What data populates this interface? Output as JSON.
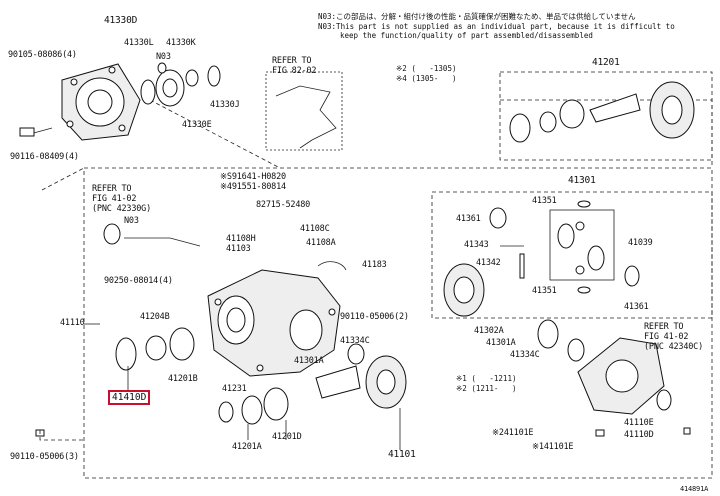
{
  "notes": {
    "n03_jp": "N03:この部品は、分解・組付け後の性能・品質確保が困難なため、単品では供給していません",
    "n03_en_1": "N03:This part is not supplied as an individual part, because it is difficult to",
    "n03_en_2": "keep the function/quality of part assembled/disassembled",
    "star2": "※2 (   -1305)",
    "star4": "※4 (1305-   )",
    "star1": "※1 (   -1211)",
    "star2b": "※2 (1211-   )"
  },
  "refs": {
    "fig8202": "REFER TO\nFIG 82-02",
    "fig4102_left": "REFER TO\nFIG 41-02\n(PNC 42330G)",
    "fig4102_right": "REFER TO\nFIG 41-02\n(PNC 42340C)"
  },
  "labels": {
    "p41330D": "41330D",
    "p90105": "90105-08086(4)",
    "p41330L": "41330L",
    "p41330K": "41330K",
    "pN03a": "N03",
    "p41330J": "41330J",
    "p41330E": "41330E",
    "p90116": "90116-08409(4)",
    "p41201": "41201",
    "p41110": "41110",
    "pN03b": "N03",
    "p91641": "※S91641-H0820",
    "p91551": "※491551-80814",
    "p82715": "82715-52480",
    "p41108C": "41108C",
    "p41108H": "41108H",
    "p41103": "41103",
    "p41108A": "41108A",
    "p41183": "41183",
    "p90250": "90250-08014(4)",
    "p41204B": "41204B",
    "p41201B": "41201B",
    "p41410D": "41410D",
    "p41231": "41231",
    "p41201A": "41201A",
    "p41201D": "41201D",
    "p90110a": "90110-05006(2)",
    "p41334C_a": "41334C",
    "p41301A_a": "41301A",
    "p90110b": "90110-05006(3)",
    "p41101": "41101",
    "p41301": "41301",
    "p41351_a": "41351",
    "p41361_a": "41361",
    "p41343": "41343",
    "p41342": "41342",
    "p41039": "41039",
    "p41351_b": "41351",
    "p41361_b": "41361",
    "p41302A": "41302A",
    "p41301A_b": "41301A",
    "p41334C_b": "41334C",
    "p41101E_a": "※241101E",
    "p41101E_b": "※141101E",
    "p41110E": "41110E",
    "p41110D": "41110D",
    "figcode": "414891A"
  }
}
